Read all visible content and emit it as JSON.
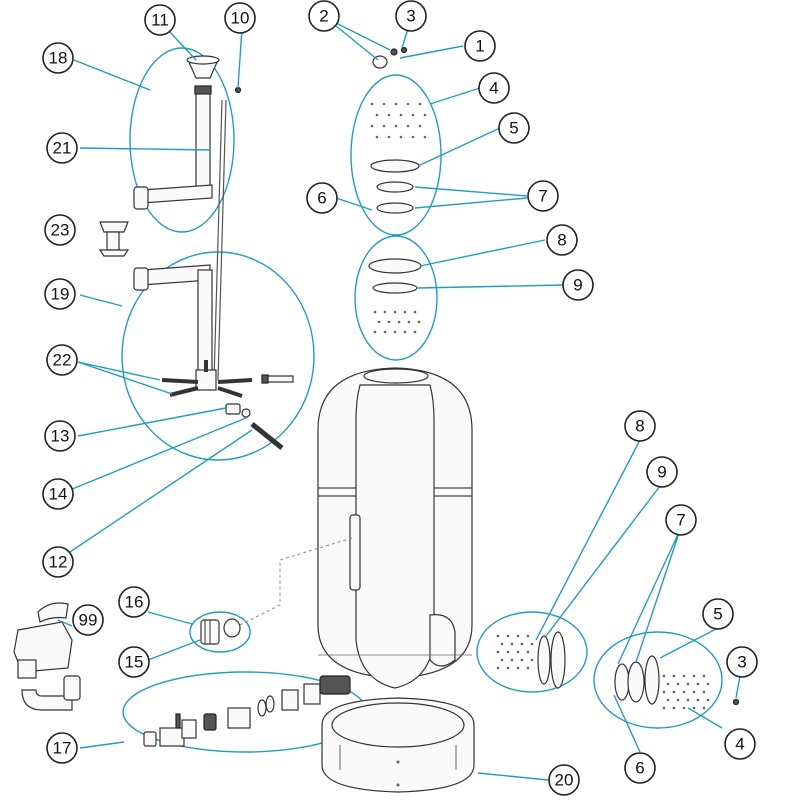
{
  "callouts": [
    {
      "id": "c1",
      "label": "1"
    },
    {
      "id": "c2",
      "label": "2"
    },
    {
      "id": "c3a",
      "label": "3"
    },
    {
      "id": "c4a",
      "label": "4"
    },
    {
      "id": "c5a",
      "label": "5"
    },
    {
      "id": "c6a",
      "label": "6"
    },
    {
      "id": "c7a",
      "label": "7"
    },
    {
      "id": "c8a",
      "label": "8"
    },
    {
      "id": "c9a",
      "label": "9"
    },
    {
      "id": "c10",
      "label": "10"
    },
    {
      "id": "c11",
      "label": "11"
    },
    {
      "id": "c12",
      "label": "12"
    },
    {
      "id": "c13",
      "label": "13"
    },
    {
      "id": "c14",
      "label": "14"
    },
    {
      "id": "c15",
      "label": "15"
    },
    {
      "id": "c16",
      "label": "16"
    },
    {
      "id": "c17",
      "label": "17"
    },
    {
      "id": "c18",
      "label": "18"
    },
    {
      "id": "c19",
      "label": "19"
    },
    {
      "id": "c20",
      "label": "20"
    },
    {
      "id": "c21",
      "label": "21"
    },
    {
      "id": "c22",
      "label": "22"
    },
    {
      "id": "c23",
      "label": "23"
    },
    {
      "id": "c99",
      "label": "99"
    },
    {
      "id": "c8b",
      "label": "8"
    },
    {
      "id": "c9b",
      "label": "9"
    },
    {
      "id": "c7b",
      "label": "7"
    },
    {
      "id": "c5b",
      "label": "5"
    },
    {
      "id": "c3b",
      "label": "3"
    },
    {
      "id": "c6b",
      "label": "6"
    },
    {
      "id": "c4b",
      "label": "4"
    }
  ],
  "colors": {
    "leader": "#1e9fbf",
    "outline": "#333333"
  }
}
